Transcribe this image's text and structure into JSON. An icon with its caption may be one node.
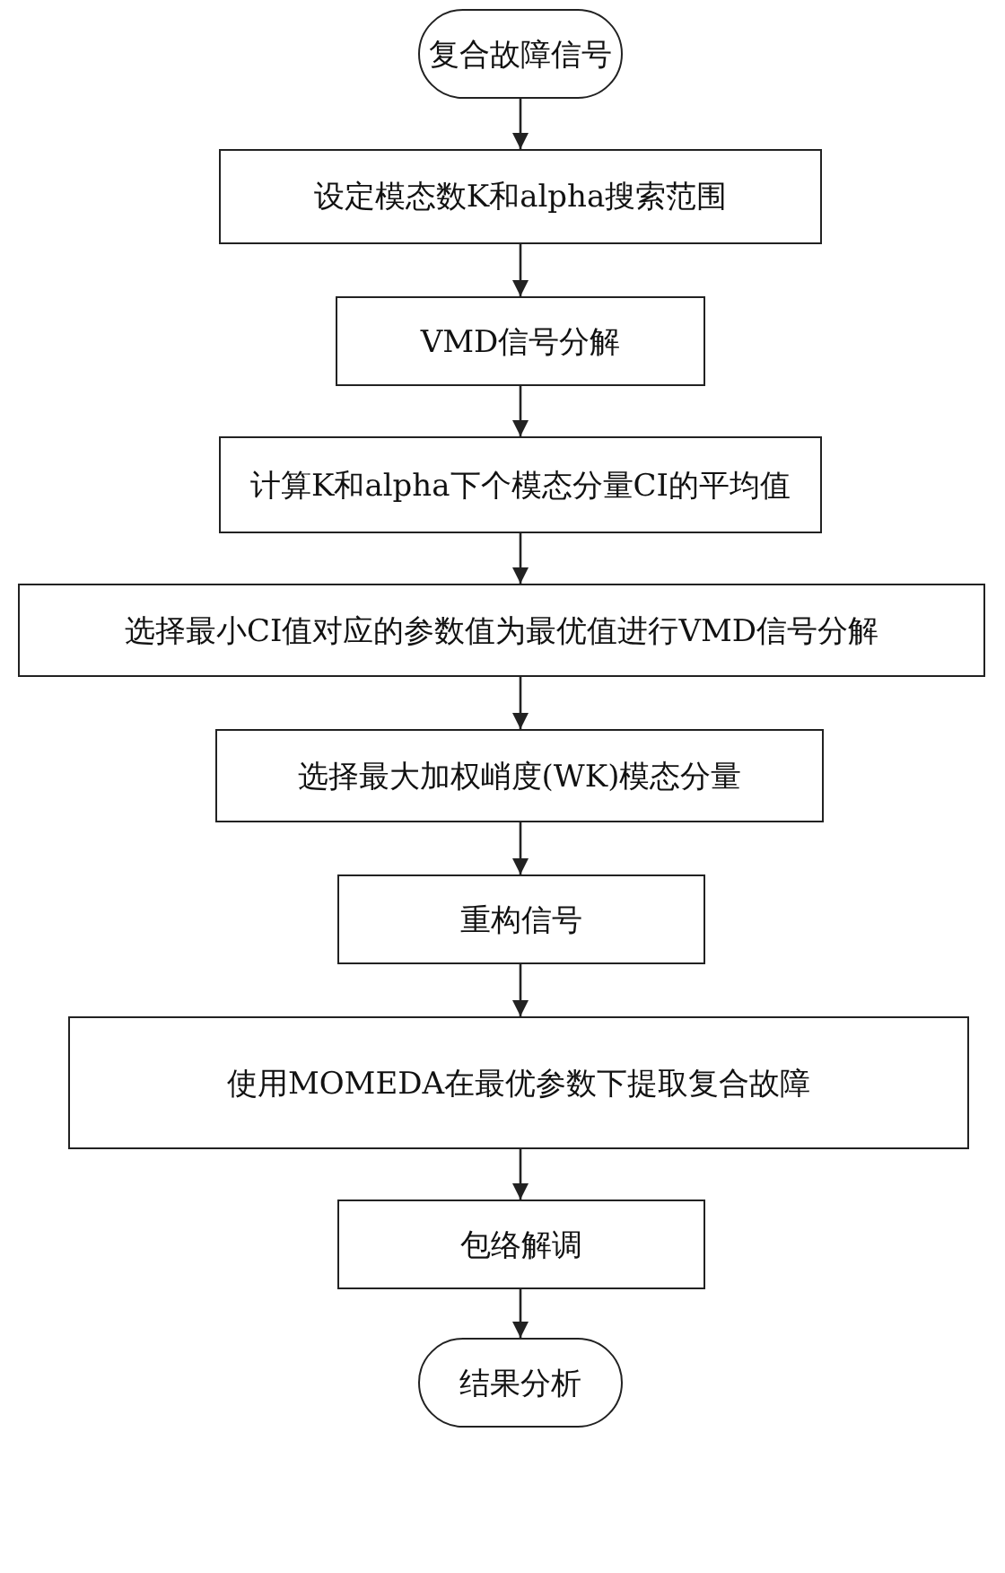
{
  "diagram": {
    "nodes": [
      {
        "text": [
          "复合故障信号"
        ]
      },
      {
        "text": [
          "设定模态数K和alpha搜索范围"
        ]
      },
      {
        "text": [
          "VMD信号分解"
        ]
      },
      {
        "text": [
          "计算K和alpha下个模态分量CI的平均值"
        ]
      },
      {
        "text": [
          "选择最小CI值对应的参数值为最优值进行VMD信号分解"
        ]
      },
      {
        "text": [
          "选择最大加权峭度(WK)模态分量"
        ]
      },
      {
        "text": [
          "重构信号"
        ]
      },
      {
        "text": [
          "使用MOMEDA在最优参数下提取复合故障"
        ]
      },
      {
        "text": [
          "包络解调"
        ]
      },
      {
        "text": [
          "结果分析"
        ]
      }
    ],
    "edges": [
      {
        "from": 0,
        "to": 1,
        "arrow": "to"
      },
      {
        "from": 1,
        "to": 2,
        "arrow": "to"
      },
      {
        "from": 2,
        "to": 3,
        "arrow": "to"
      },
      {
        "from": 3,
        "to": 4,
        "arrow": "to"
      },
      {
        "from": 4,
        "to": 5,
        "arrow": "to"
      },
      {
        "from": 5,
        "to": 6,
        "arrow": "to"
      },
      {
        "from": 6,
        "to": 7,
        "arrow": "to"
      },
      {
        "from": 7,
        "to": 8,
        "arrow": "to"
      },
      {
        "from": 8,
        "to": 9,
        "arrow": "to"
      }
    ]
  }
}
